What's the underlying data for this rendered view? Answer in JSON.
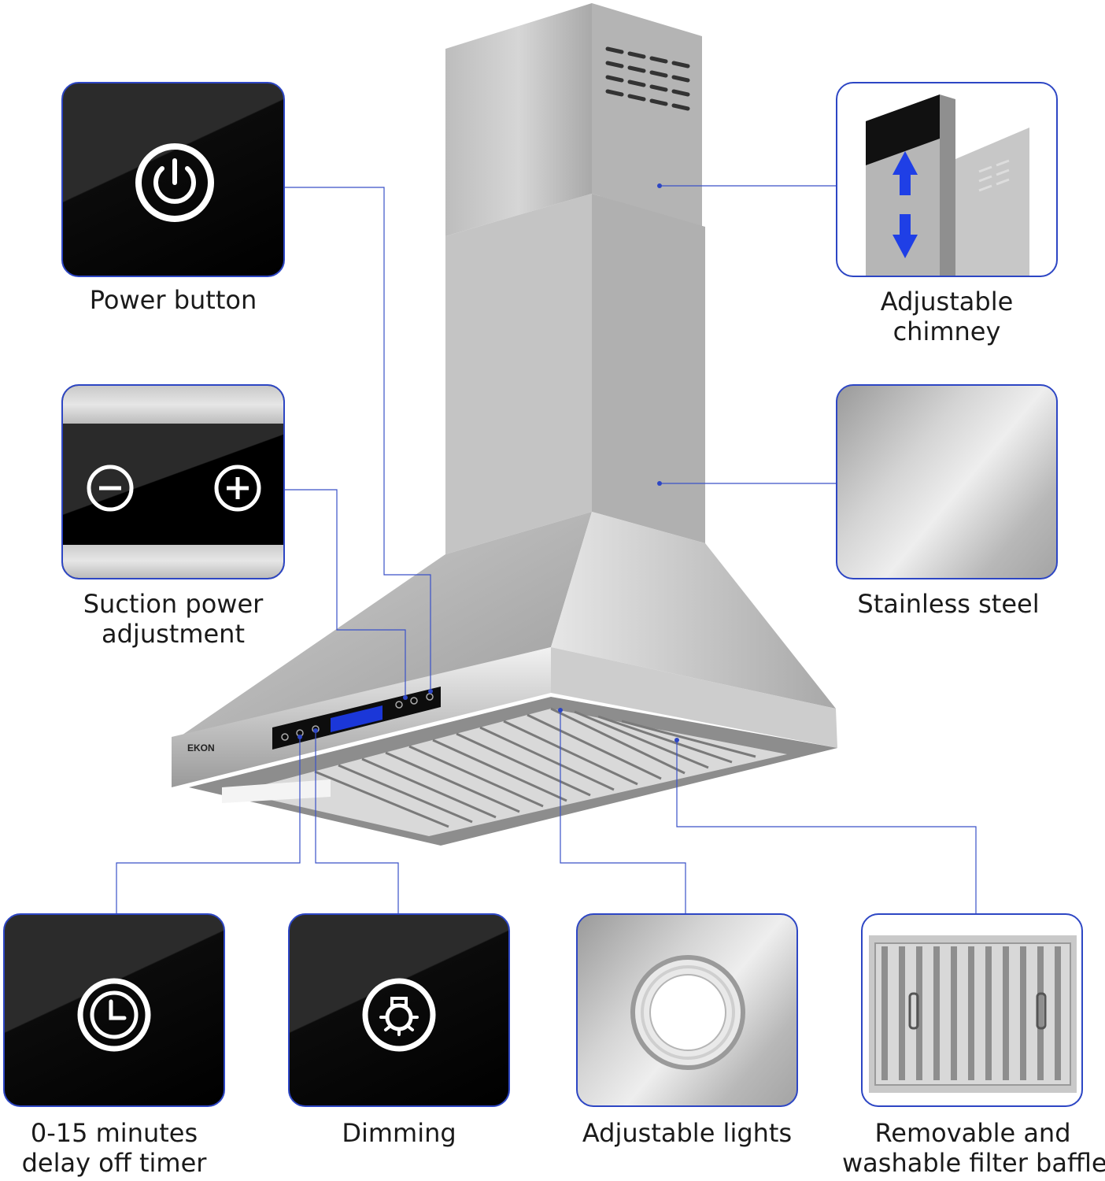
{
  "brand": "EKON",
  "callouts": {
    "power": {
      "line1": "Power button",
      "icon": "power-icon"
    },
    "suction": {
      "line1": "Suction power",
      "line2": "adjustment",
      "icon": "minus-plus-icon"
    },
    "chimney": {
      "line1": "Adjustable",
      "line2": "chimney",
      "icon": "chimney-arrows-icon"
    },
    "steel": {
      "line1": "Stainless steel"
    },
    "timer": {
      "line1": "0-15 minutes",
      "line2": "delay off timer",
      "icon": "clock-icon"
    },
    "dimming": {
      "line1": "Dimming",
      "icon": "light-bulb-icon"
    },
    "lights": {
      "line1": "Adjustable lights",
      "icon": "lamp-icon"
    },
    "filter": {
      "line1": "Removable and",
      "line2": "washable filter baffle",
      "icon": "baffle-filter-icon"
    }
  },
  "colors": {
    "accent": "#2d46c4",
    "connector": "#3a52c8",
    "panel": "#000000",
    "steel": "#c8c8c8"
  }
}
